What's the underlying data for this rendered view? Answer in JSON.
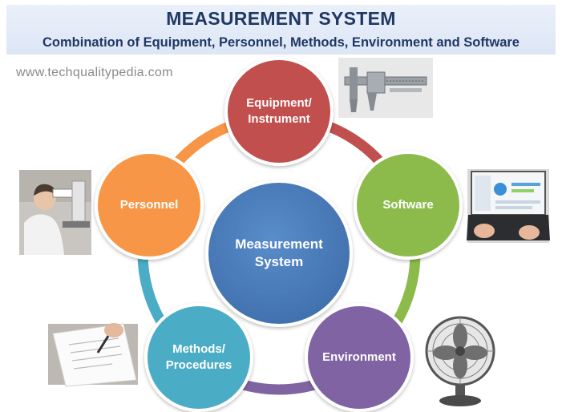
{
  "header": {
    "title": "MEASUREMENT SYSTEM",
    "subtitle": "Combination of Equipment, Personnel, Methods, Environment and Software"
  },
  "website": "www.techqualitypedia.com",
  "center_node": {
    "label": "Measurement\nSystem",
    "color": "#4a7ebb"
  },
  "nodes": [
    {
      "id": "equipment",
      "label": "Equipment/\nInstrument",
      "color": "#c0504d",
      "photo": "vernier-caliper"
    },
    {
      "id": "software",
      "label": "Software",
      "color": "#8cbb4b",
      "photo": "laptop"
    },
    {
      "id": "environment",
      "label": "Environment",
      "color": "#8064a2",
      "photo": "table-fan"
    },
    {
      "id": "methods",
      "label": "Methods/\nProcedures",
      "color": "#4bacc6",
      "photo": "writing-document"
    },
    {
      "id": "personnel",
      "label": "Personnel",
      "color": "#f79646",
      "photo": "operator-microscope"
    }
  ],
  "ring_colors": [
    "#c0504d",
    "#8cbb4b",
    "#8064a2",
    "#4bacc6",
    "#f79646"
  ]
}
